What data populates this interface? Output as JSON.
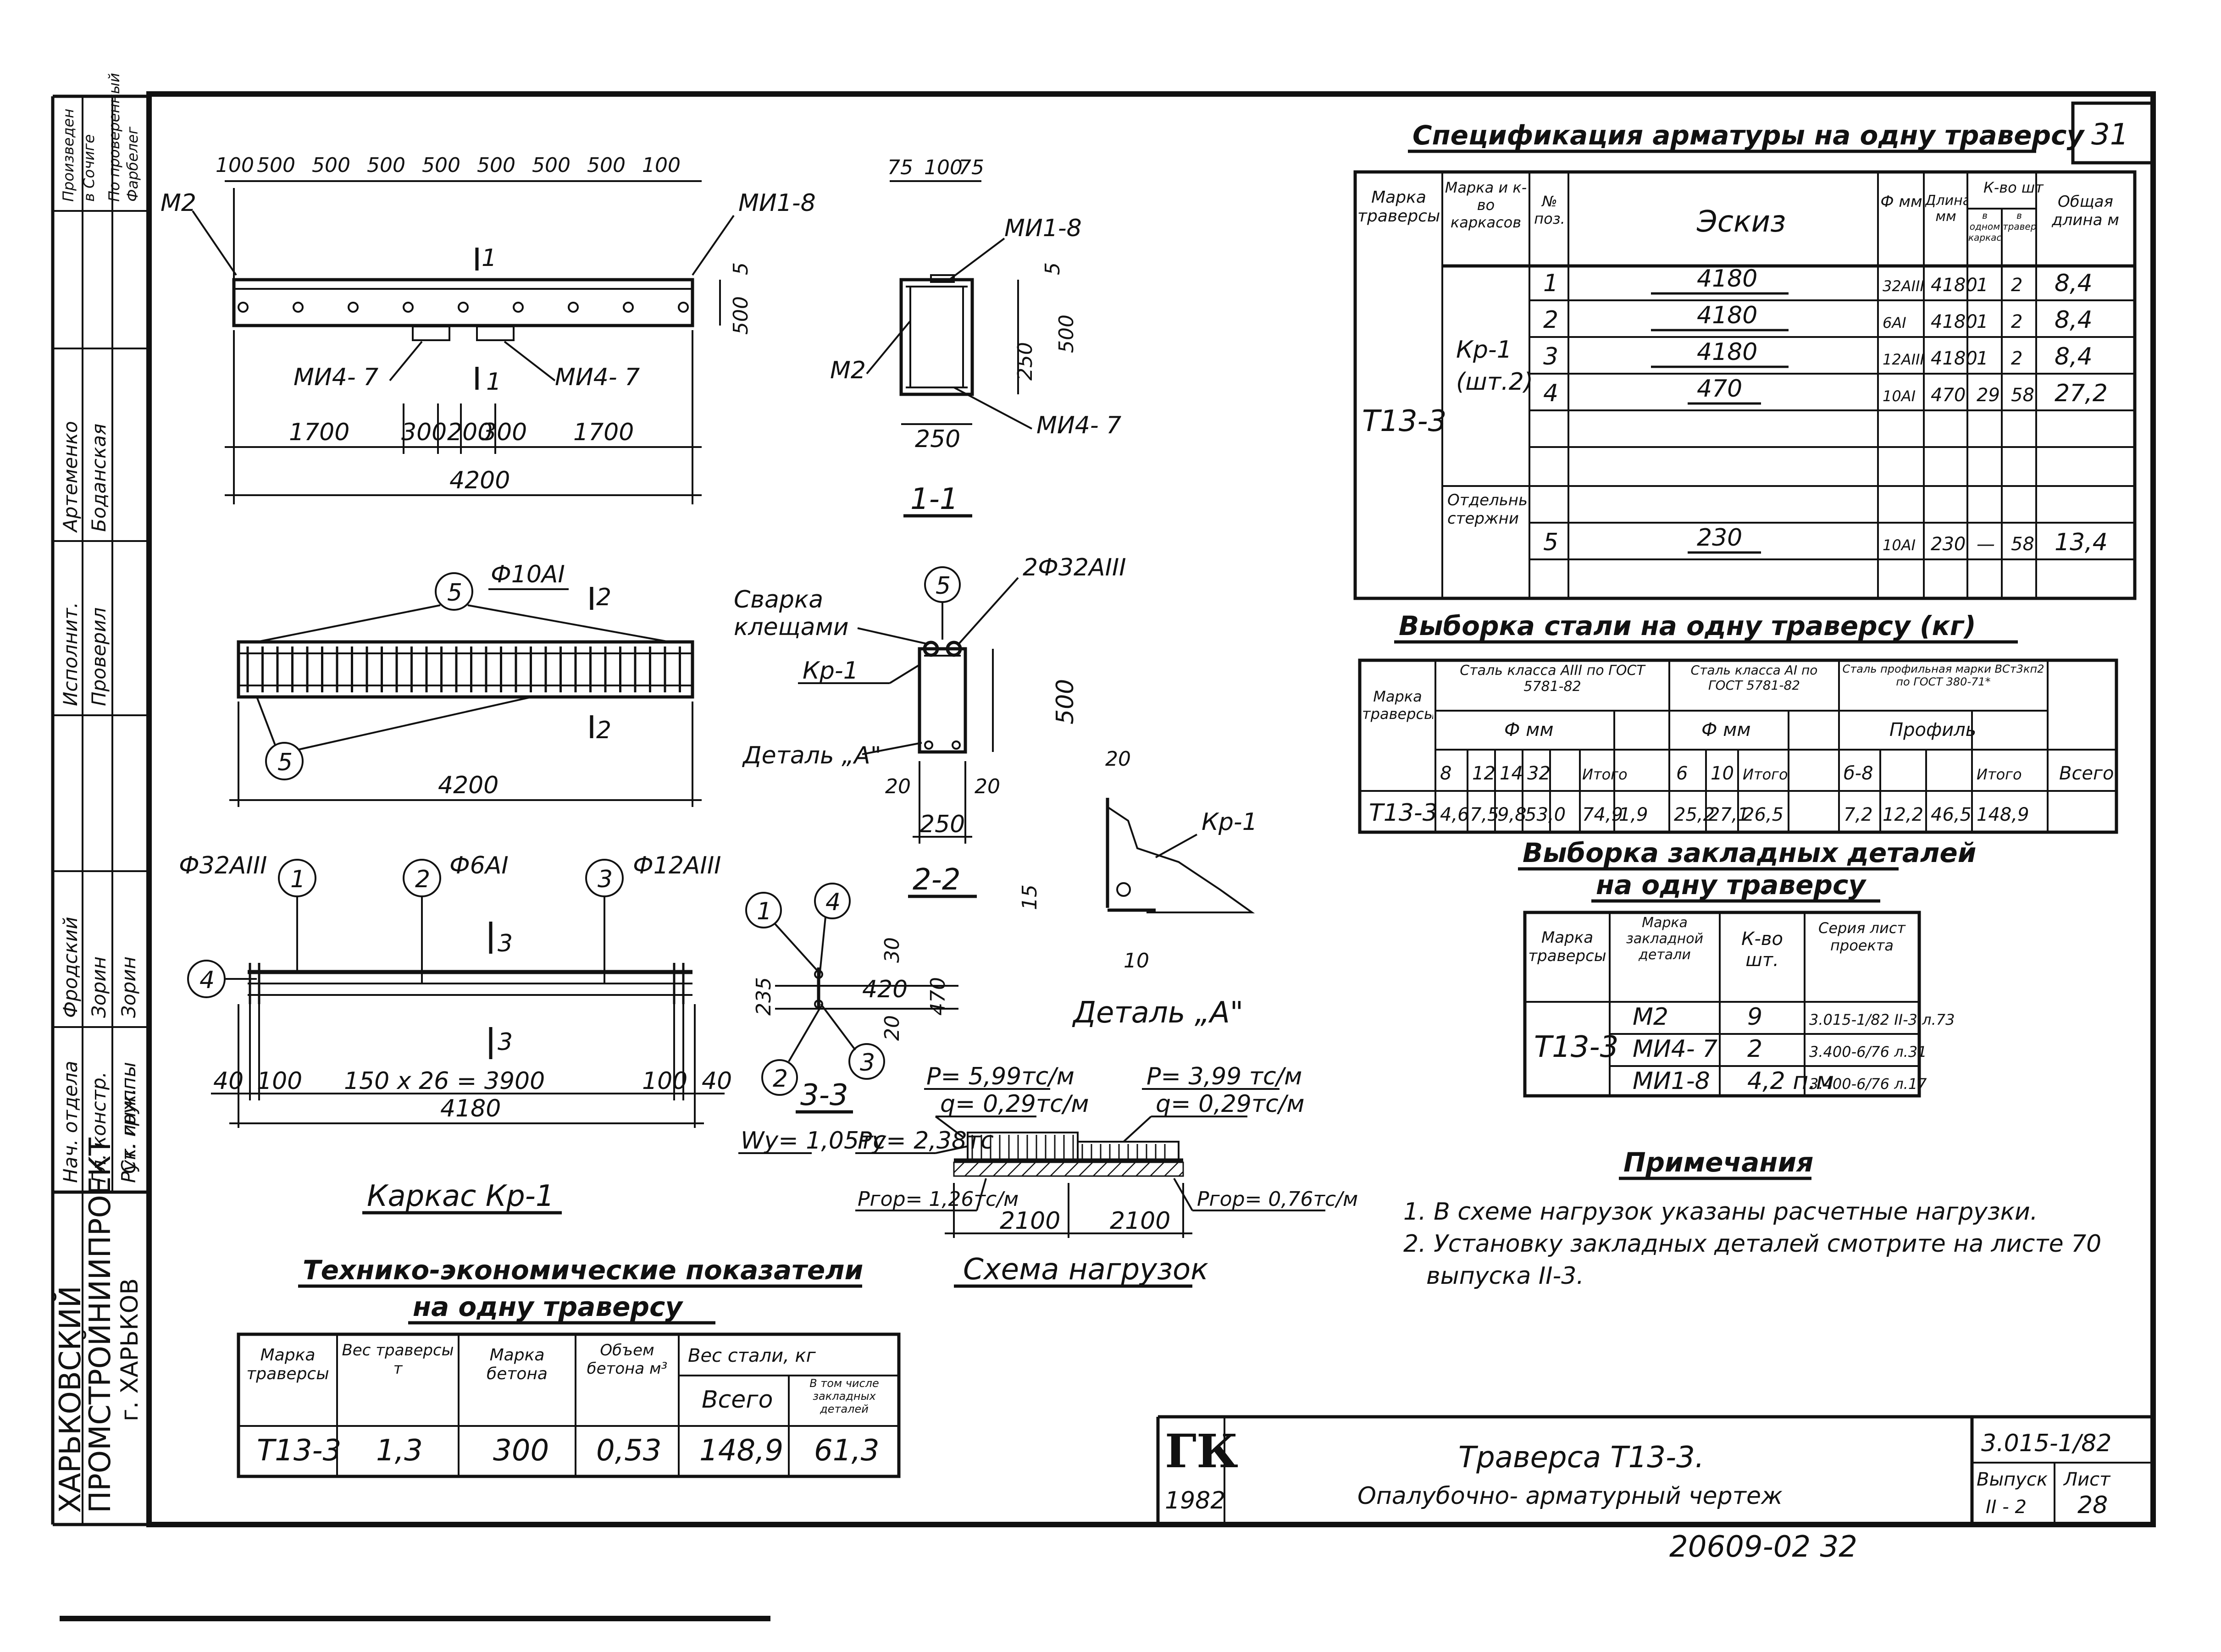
{
  "sheet_number": "31",
  "stamp": {
    "org_line1": "ХАРЬКОВСКИЙ",
    "org_line2": "ПРОМСТРОЙНИИПРОЕКТ",
    "city": "г. ХАРЬКОВ",
    "roles": [
      "Нач. отдела",
      "Гл. констр.",
      "Рук. группы",
      "Ст. инж.",
      "Исполнит.",
      "Проверил"
    ],
    "names": [
      "Фродский",
      "Зорин",
      "Зорин",
      "Боданская",
      "Артеменко",
      "Боданская"
    ],
    "top_left": [
      "Произведен",
      "в Сочиге",
      "По проверенный",
      "Фарбелег"
    ],
    "title_main": "Траверса Т13-3.",
    "title_sub": "Опалубочно- арматурный чертеж",
    "doc_code": "3.015-1/82",
    "issue_label": "Выпуск",
    "issue_value": "II - 2",
    "sheet_label": "Лист",
    "sheet_value": "28",
    "gk_mark": "ГК",
    "year": "1982",
    "archive_number": "20609-02 32"
  },
  "drawing_main": {
    "top_dims": [
      "100",
      "500",
      "500",
      "500",
      "500",
      "500",
      "500",
      "500",
      "100"
    ],
    "labels": {
      "m2": "М2",
      "mi1_8": "МИ1-8",
      "mi4_7a": "МИ4- 7",
      "mi4_7b": "МИ4- 7",
      "cut1": "1"
    },
    "right_dims": [
      "5",
      "500"
    ],
    "bottom_dims": [
      "1700",
      "300",
      "200",
      "300",
      "1700"
    ],
    "total_len": "4200"
  },
  "section_1_1": {
    "top_dims": [
      "75",
      "100",
      "75"
    ],
    "labels": {
      "mi1_8": "МИ1-8",
      "m2": "М2",
      "mi4_7": "МИ4- 7"
    },
    "right_dims": [
      "5",
      "500",
      "250"
    ],
    "bottom_dim": "250",
    "title": "1-1"
  },
  "frame_plan": {
    "callout": "5",
    "bar_label": "Ф10АI",
    "cut_label": "2",
    "length": "4200"
  },
  "section_2_2": {
    "labels": {
      "weld1": "Сварка",
      "weld2": "клещами",
      "kp": "Кр-1",
      "detail": "Деталь „А\"",
      "bars": "2Ф32АIII"
    },
    "callout": "5",
    "dims": [
      "500",
      "20",
      "20",
      "250"
    ],
    "title": "2-2"
  },
  "detail_a": {
    "label": "Кр-1",
    "dims": [
      "20",
      "15",
      "10"
    ],
    "title": "Деталь „А\""
  },
  "frame_kp1": {
    "callouts": [
      "1",
      "2",
      "3",
      "4"
    ],
    "bar_labels": [
      "Ф32АIII",
      "Ф6АI",
      "Ф12АIII"
    ],
    "cut_label": "3",
    "dims_line": [
      "40",
      "100",
      "150 x 26 = 3900",
      "100",
      "40"
    ],
    "length": "4180",
    "title": "Каркас Кр-1"
  },
  "section_3_3": {
    "callouts": [
      "1",
      "4",
      "2",
      "3"
    ],
    "dims": [
      "30",
      "235",
      "420",
      "470",
      "20"
    ],
    "title": "3-3"
  },
  "load_scheme": {
    "p_left": "Р= 5,99тс/м",
    "q_left": "q= 0,29тс/м",
    "p_right": "Р= 3,99 тс/м",
    "q_right": "q= 0,29тс/м",
    "wy": "Wy= 1,05тс",
    "py": "Ру= 2,38тс",
    "pgor_left": "Ргор= 1,26тс/м",
    "pgor_right": "Ргор= 0,76тс/м",
    "spans": [
      "2100",
      "2100"
    ],
    "title": "Схема нагрузок"
  },
  "spec_table": {
    "title": "Спецификация арматуры на одну траверсу",
    "headers": [
      "Марка траверсы",
      "Марка и к-во каркасов",
      "№ поз.",
      "Эскиз",
      "Ф мм",
      "Длина мм",
      "К-во шт",
      "Общая длина м"
    ],
    "qty_subheaders": [
      "в одном каркасе",
      "в траверсе"
    ],
    "traverse": "Т13-3",
    "frame": "Кр-1",
    "frame_qty": "(шт.2)",
    "separate": "Отдельные стержни",
    "rows": [
      {
        "pos": "1",
        "sketch": "4180",
        "dia": "32АIII",
        "len": "4180",
        "q1": "1",
        "q2": "2",
        "total": "8,4"
      },
      {
        "pos": "2",
        "sketch": "4180",
        "dia": "6АI",
        "len": "4180",
        "q1": "1",
        "q2": "2",
        "total": "8,4"
      },
      {
        "pos": "3",
        "sketch": "4180",
        "dia": "12АIII",
        "len": "4180",
        "q1": "1",
        "q2": "2",
        "total": "8,4"
      },
      {
        "pos": "4",
        "sketch": "470",
        "dia": "10АI",
        "len": "470",
        "q1": "29",
        "q2": "58",
        "total": "27,2"
      },
      {
        "pos": "5",
        "sketch": "230",
        "dia": "10АI",
        "len": "230",
        "q1": "—",
        "q2": "58",
        "total": "13,4"
      }
    ]
  },
  "steel_table": {
    "title": "Выборка стали на одну траверсу (кг)",
    "group1": "Сталь класса АIII по ГОСТ 5781-82",
    "group2": "Сталь класса АI по ГОСТ 5781-82",
    "group3": "Сталь профильная марки ВСт3кп2 по ГОСТ 380-71*",
    "mark_header": "Марка траверсы",
    "dia_header": "Ф мм",
    "profile_header": "Профиль",
    "total_header": "Итого",
    "weight_header": "Всего",
    "cols": [
      "8",
      "12",
      "14",
      "32",
      "Итого",
      "6",
      "10",
      "Итого",
      "б-8",
      "Итого",
      "Всего"
    ],
    "row": [
      "Т13-3",
      "4,6",
      "7,5",
      "9,8",
      "53,0",
      "74,9",
      "1,9",
      "25,2",
      "27,1",
      "26,5",
      "7,2",
      "12,2",
      "46,5",
      "148,9"
    ]
  },
  "embed_table": {
    "title1": "Выборка закладных деталей",
    "title2": "на одну траверсу",
    "headers": [
      "Марка траверсы",
      "Марка закладной детали",
      "К-во шт.",
      "Серия лист проекта"
    ],
    "traverse": "Т13-3",
    "rows": [
      {
        "mark": "М2",
        "qty": "9",
        "series": "3.015-1/82 II-3 л.73"
      },
      {
        "mark": "МИ4- 7",
        "qty": "2",
        "series": "3.400-6/76 л.31"
      },
      {
        "mark": "МИ1-8",
        "qty": "4,2 п.м",
        "series": "3.400-6/76 л.17"
      }
    ]
  },
  "notes": {
    "title": "Примечания",
    "items": [
      "1. В схеме нагрузок указаны расчетные нагрузки.",
      "2. Установку закладных деталей смотрите на листе 70",
      "выпуска II-3."
    ]
  },
  "tech_table": {
    "title1": "Технико-экономические показатели",
    "title2": "на одну траверсу",
    "headers": [
      "Марка траверсы",
      "Вес траверсы т",
      "Марка бетона",
      "Объем бетона м³",
      "Вес стали, кг",
      "Всего",
      "В том числе закладных деталей"
    ],
    "row": [
      "Т13-3",
      "1,3",
      "300",
      "0,53",
      "148,9",
      "61,3"
    ]
  }
}
